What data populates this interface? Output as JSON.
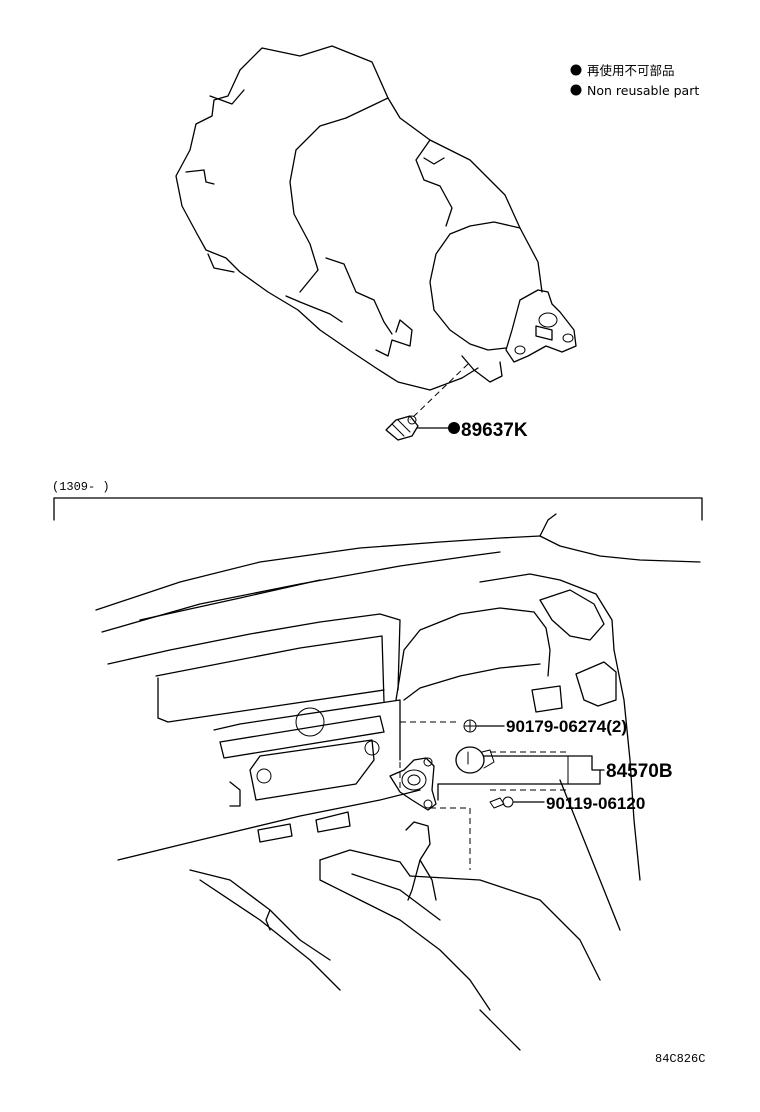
{
  "legend": {
    "japanese": "再使用不可部品",
    "english": "Non  reusable part"
  },
  "callouts": {
    "sensor_part": "89637K",
    "nut_part": "90179-06274(2)",
    "switch_part": "84570B",
    "screw_part": "90119-06120"
  },
  "bracket_note": "(1309-   )",
  "illustration_code": "84C826C"
}
